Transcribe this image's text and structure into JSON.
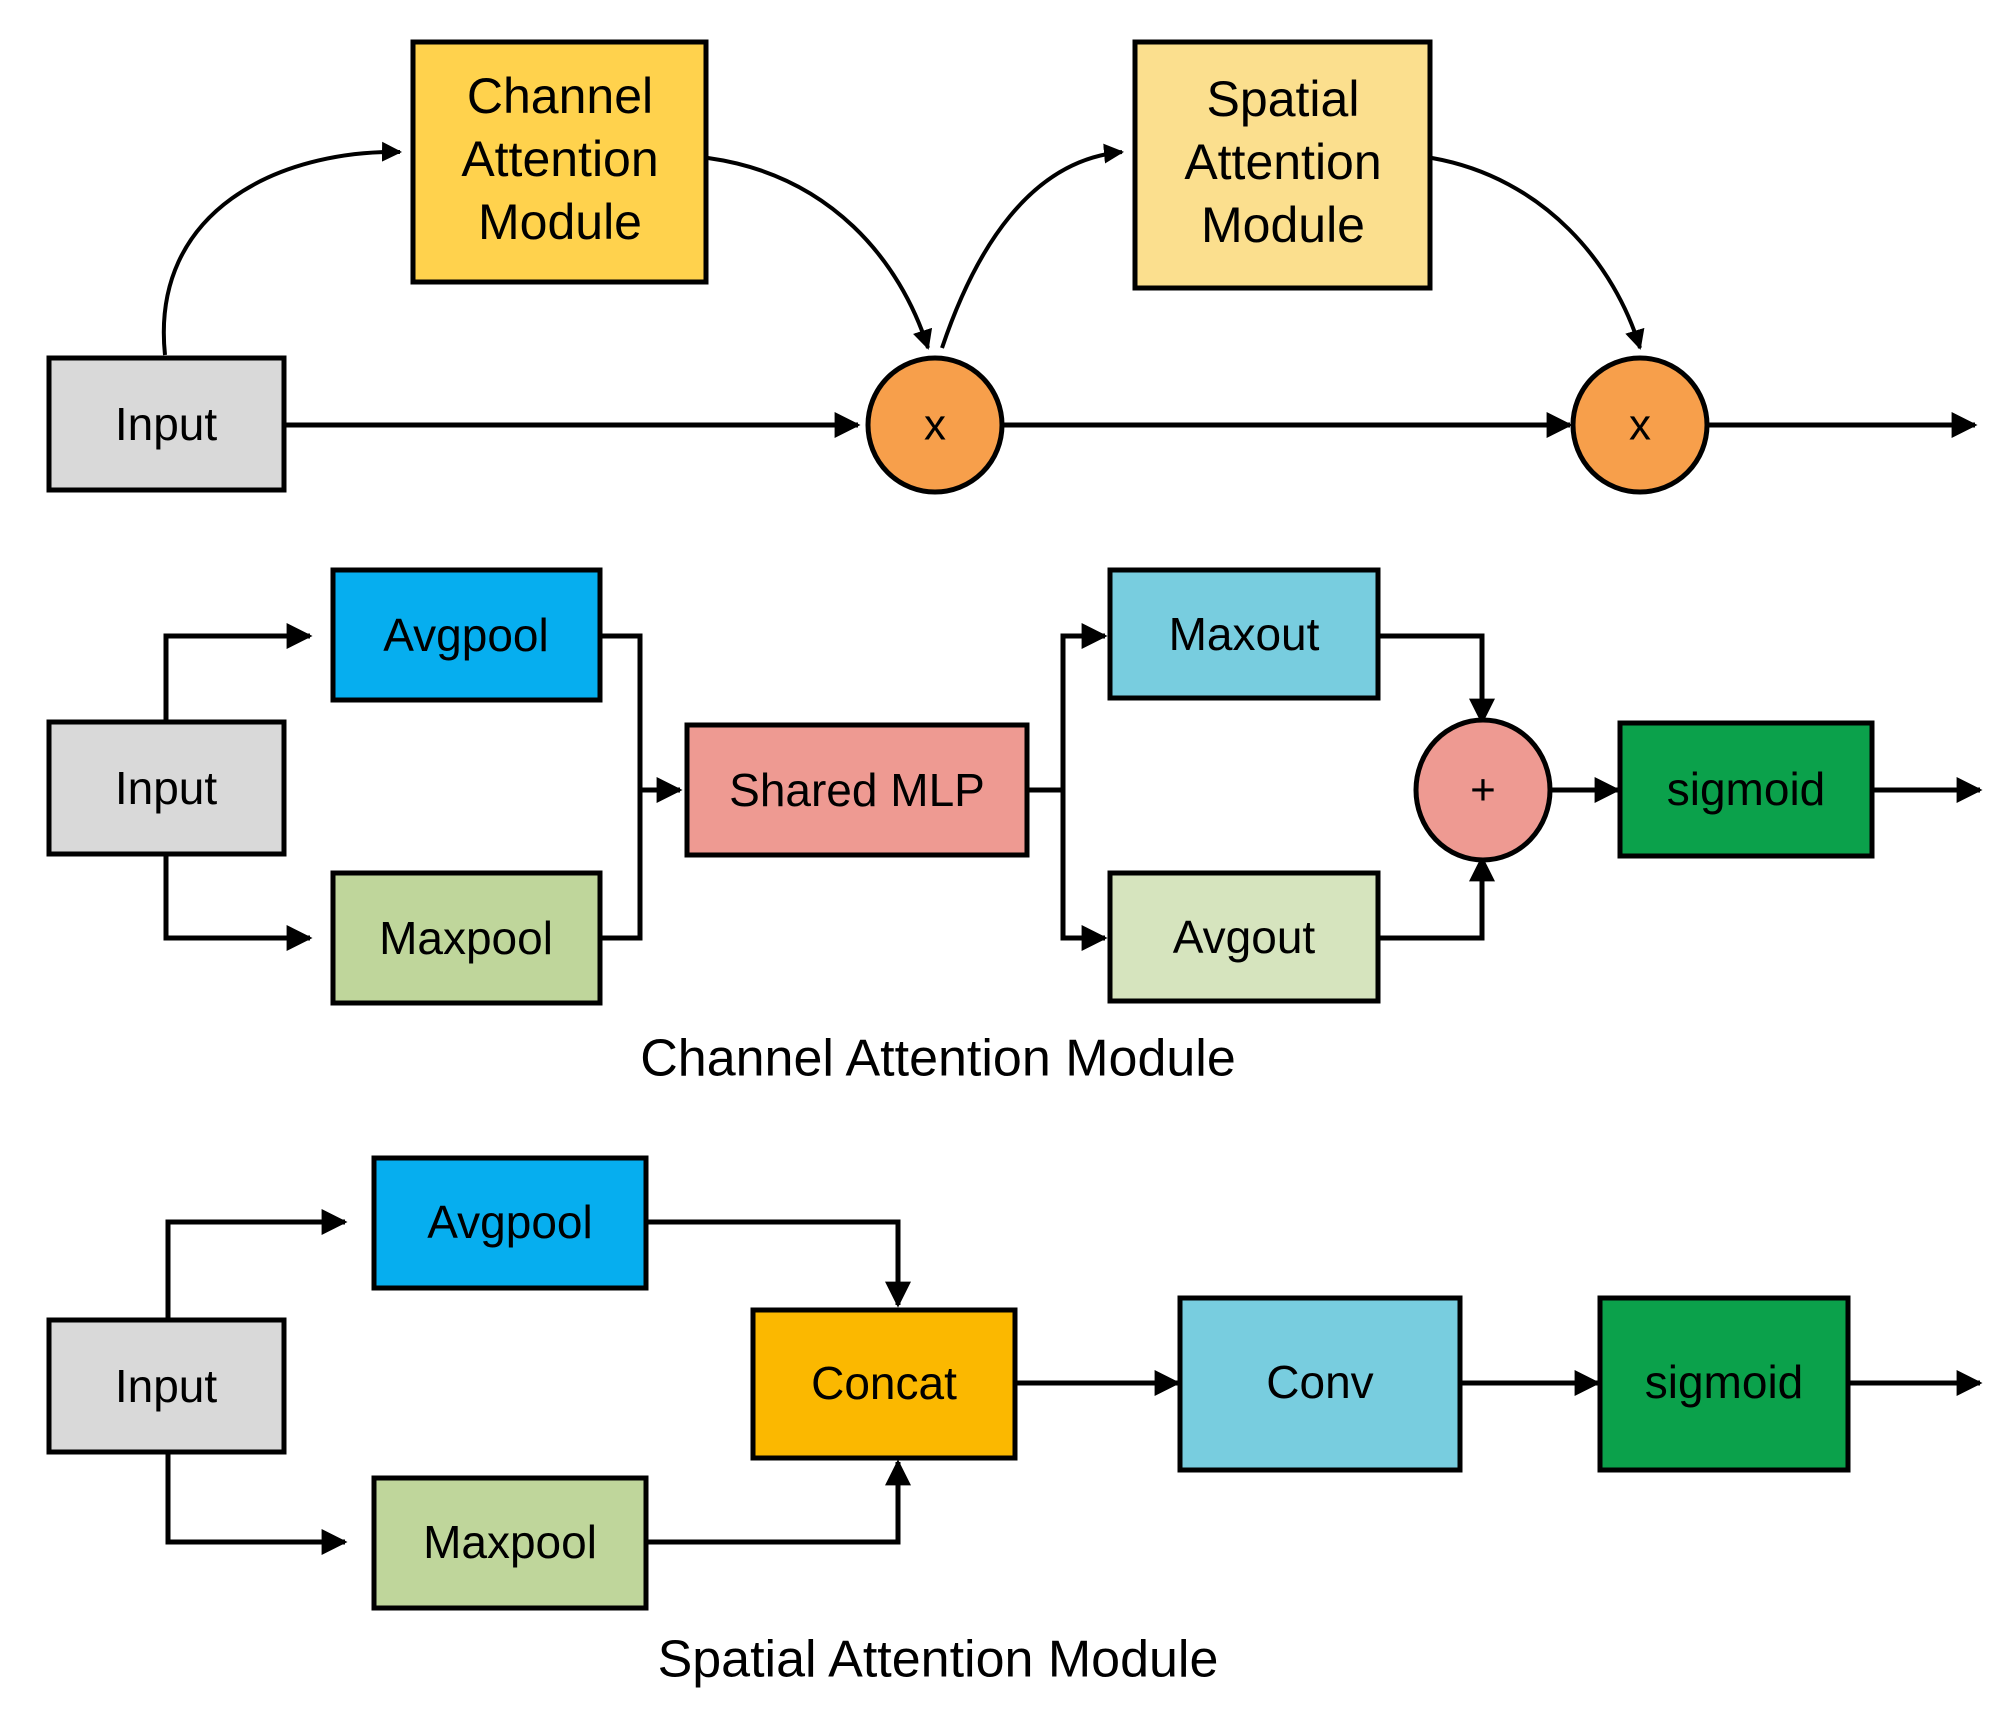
{
  "figure": {
    "title": "CBAM attention block diagram",
    "background_color": "#ffffff"
  },
  "palette": {
    "input_gray": "#D9D9D9",
    "channel_module_yellow": "#FFD24D",
    "spatial_module_yellow": "#FBDF8E",
    "multiply_orange": "#F79F4B",
    "avgpool_blue": "#06AEEF",
    "maxpool_green": "#BFD69B",
    "shared_mlp_salmon": "#EE9A92",
    "maxout_cyan": "#78CDDF",
    "avgout_lightgreen": "#D6E4BE",
    "sigmoid_green": "#0BA14B",
    "concat_amber": "#FBB800",
    "conv_cyan": "#78CDDF",
    "stroke_black": "#000000"
  },
  "overview": {
    "nodes": {
      "input": "Input",
      "channel_attention_module": "Channel\nAttention\nModule",
      "channel_attention_module_lines": [
        "Channel",
        "Attention",
        "Module"
      ],
      "spatial_attention_module_lines": [
        "Spatial",
        "Attention",
        "Module"
      ],
      "multiply_1": "x",
      "multiply_2": "x"
    }
  },
  "channel_attention": {
    "caption": "Channel Attention Module",
    "nodes": {
      "input": "Input",
      "avgpool": "Avgpool",
      "maxpool": "Maxpool",
      "shared_mlp": "Shared MLP",
      "maxout": "Maxout",
      "avgout": "Avgout",
      "add": "+",
      "sigmoid": "sigmoid"
    }
  },
  "spatial_attention": {
    "caption": "Spatial Attention Module",
    "nodes": {
      "input": "Input",
      "avgpool": "Avgpool",
      "maxpool": "Maxpool",
      "concat": "Concat",
      "conv": "Conv",
      "sigmoid": "sigmoid"
    }
  }
}
